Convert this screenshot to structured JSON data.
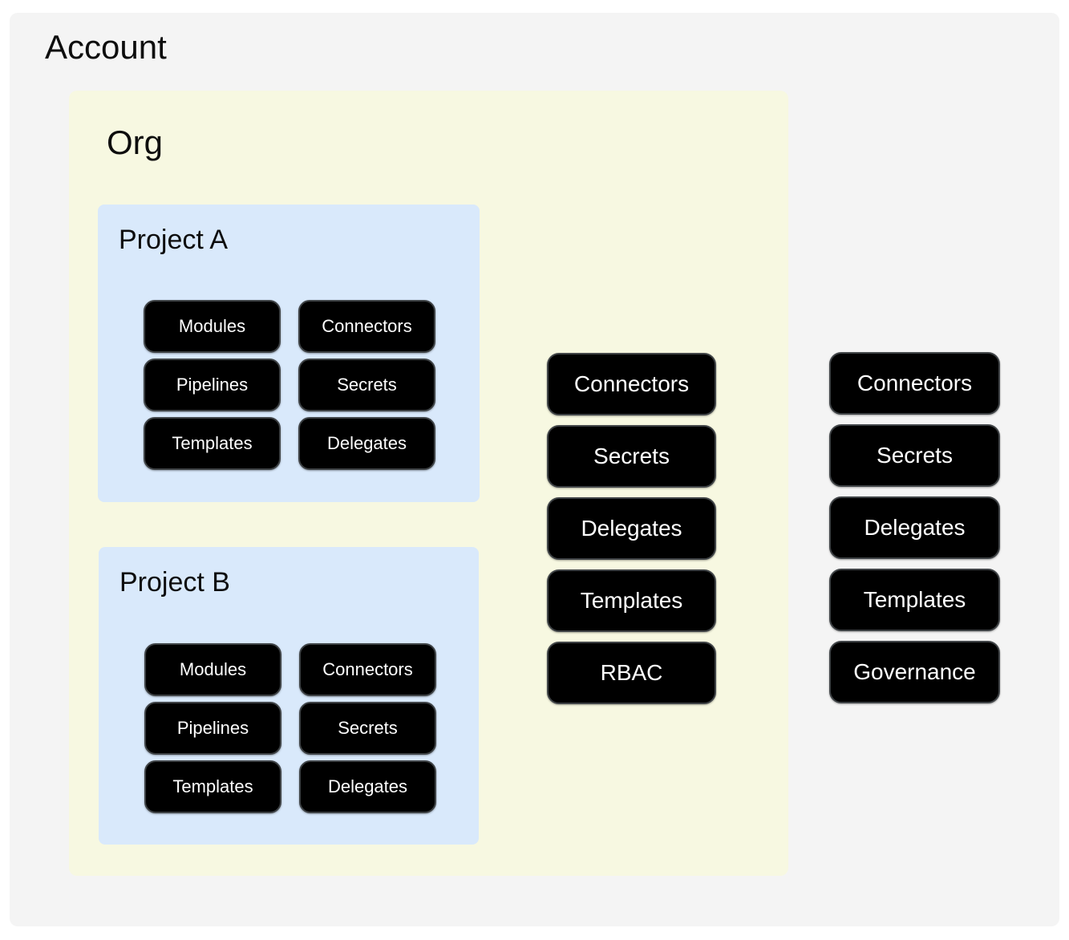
{
  "account": {
    "label": "Account",
    "resources": [
      "Connectors",
      "Secrets",
      "Delegates",
      "Templates",
      "Governance"
    ],
    "org": {
      "label": "Org",
      "resources": [
        "Connectors",
        "Secrets",
        "Delegates",
        "Templates",
        "RBAC"
      ],
      "projects": [
        {
          "label": "Project A",
          "resources": [
            "Modules",
            "Connectors",
            "Pipelines",
            "Secrets",
            "Templates",
            "Delegates"
          ]
        },
        {
          "label": "Project B",
          "resources": [
            "Modules",
            "Connectors",
            "Pipelines",
            "Secrets",
            "Templates",
            "Delegates"
          ]
        }
      ]
    }
  },
  "colors": {
    "page_bg": "#ffffff",
    "account_bg": "#f4f4f4",
    "org_bg": "#f7f8e1",
    "project_bg": "#d9e9fb",
    "node_bg": "#000000",
    "node_border": "#3f4346",
    "node_text": "#ffffff",
    "title_text": "#0d0d0d"
  }
}
